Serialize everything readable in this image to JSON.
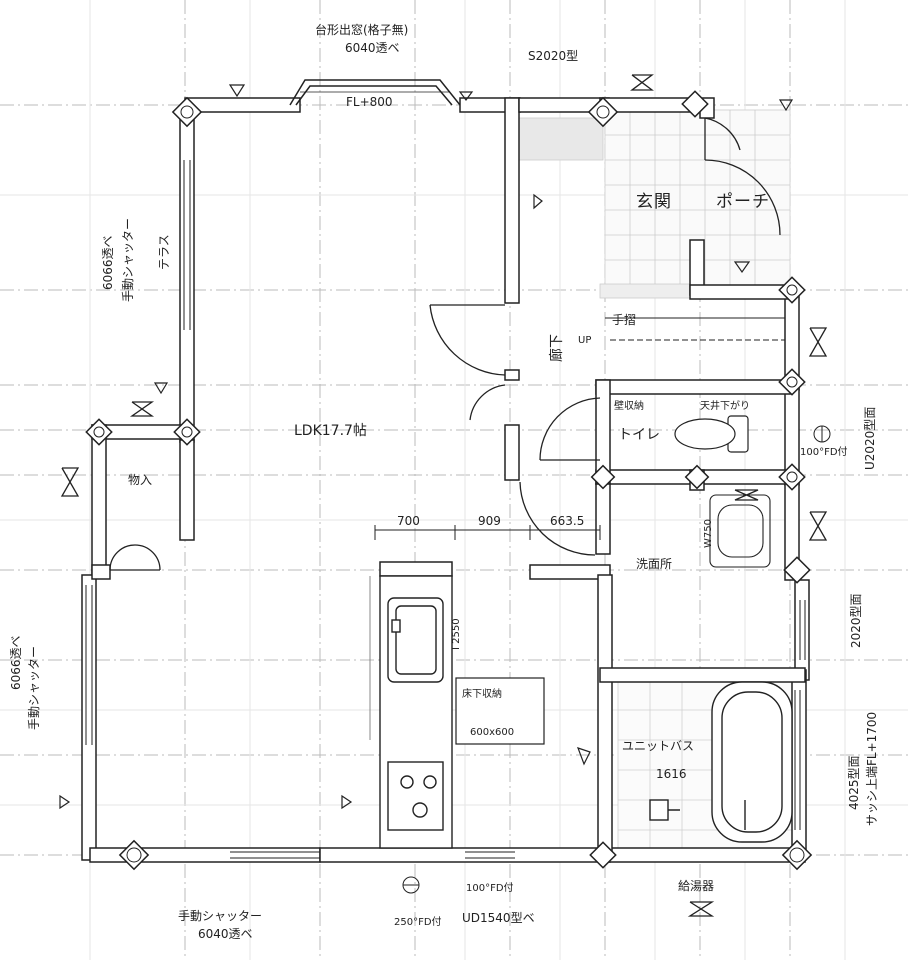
{
  "windows": {
    "bay_window_title": "台形出窓(格子無)",
    "bay_window_spec": "6040透ベ",
    "bay_window_height": "FL+800",
    "top_right_window": "S2020型",
    "left_upper_window_spec": "6066透ベ",
    "left_upper_shutter": "手動シャッター",
    "left_lower_window_spec": "6066透ベ",
    "left_lower_shutter": "手動シャッター",
    "bottom_shutter": "手動シャッター",
    "bottom_window_spec": "6040透ベ",
    "bottom_door": "UD1540型ベ",
    "right_toilet_window": "U2020型面",
    "right_wash_window": "2020型面",
    "right_bath_window": "4025型面",
    "right_bath_sash": "サッシ上端FL+1700"
  },
  "rooms": {
    "ldk": "LDK17.7帖",
    "entrance": "玄関",
    "porch": "ポーチ",
    "terrace": "テラス",
    "storage": "物入",
    "hallway": "廊下",
    "toilet": "トイレ",
    "washroom": "洗面所",
    "unit_bath": "ユニットバス",
    "unit_bath_size": "1616",
    "underfloor_storage": "床下収納",
    "underfloor_size": "600x600"
  },
  "fixtures": {
    "handrail": "手摺",
    "up": "UP",
    "wall_storage": "壁収納",
    "ceiling_lowered": "天井下がり",
    "water_heater": "給湯器",
    "fd_100_toilet": "100°FD付",
    "fd_100_bottom": "100°FD付",
    "fd_250": "250°FD付",
    "w750": "W750",
    "kitchen_length": "I 2550"
  },
  "dimensions": [
    "700",
    "909",
    "663.5"
  ]
}
